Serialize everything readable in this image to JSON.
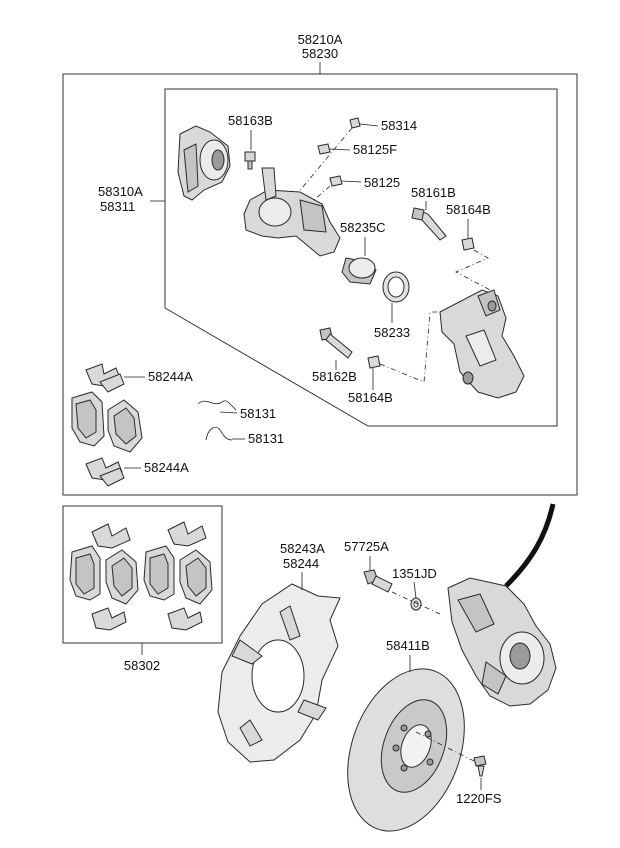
{
  "labels": {
    "assy_a": "58210A",
    "assy_b": "58230",
    "caliper_a": "58310A",
    "caliper_b": "58311",
    "p58163B": "58163B",
    "p58314": "58314",
    "p58125F": "58125F",
    "p58125": "58125",
    "p58161B": "58161B",
    "p58164B_top": "58164B",
    "p58235C": "58235C",
    "p58233": "58233",
    "p58162B": "58162B",
    "p58164B_bottom": "58164B",
    "p58244A_top": "58244A",
    "p58131_a": "58131",
    "p58131_b": "58131",
    "p58244A_bottom": "58244A",
    "p58302": "58302",
    "p58243A": "58243A",
    "p58244": "58244",
    "p57725A": "57725A",
    "p1351JD": "1351JD",
    "p58411B": "58411B",
    "p1220FS": "1220FS"
  },
  "colors": {
    "line": "#222222",
    "part_fill": "#d9d9d9",
    "background": "#ffffff"
  }
}
